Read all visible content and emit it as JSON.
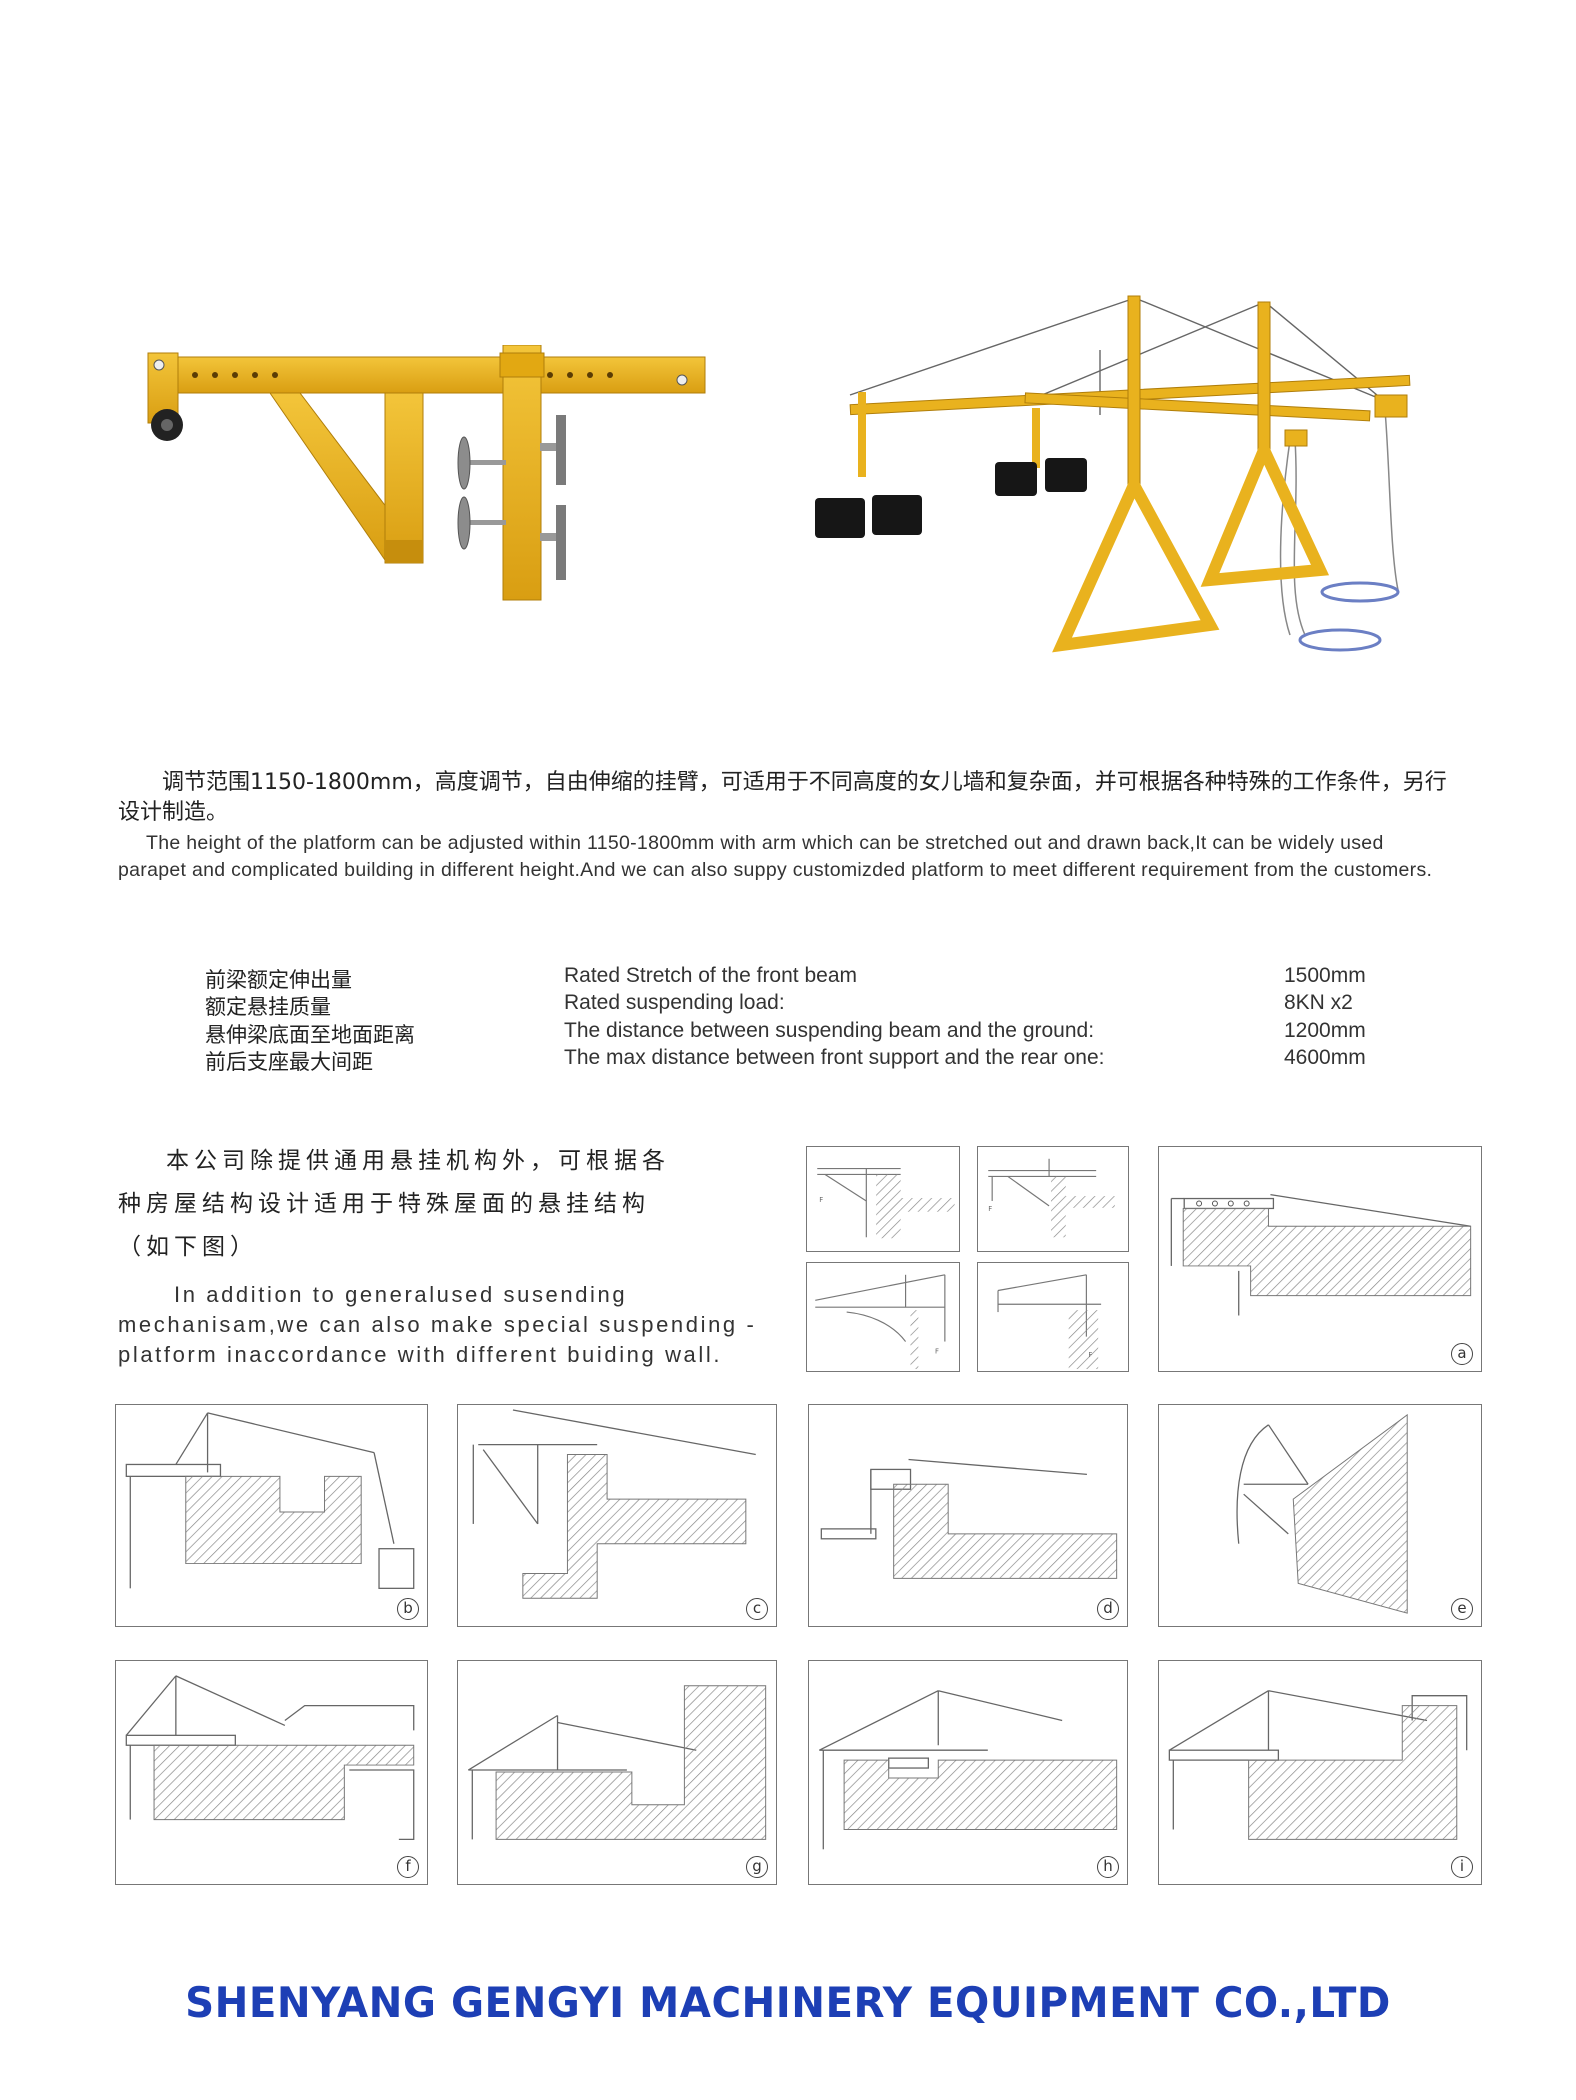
{
  "intro": {
    "cn": "调节范围1150-1800mm，高度调节，自由伸缩的挂臂，可适用于不同高度的女儿墙和复杂面，并可根据各种特殊的工作条件，另行设计制造。",
    "en": "The height of the platform can be adjusted within 1150-1800mm with arm which can be stretched out and drawn back,It can be widely used parapet and complicated building in different height.And we can also suppy customizded platform to meet different requirement from the customers."
  },
  "specs": [
    {
      "cn": "前梁额定伸出量",
      "en": "Rated Stretch of the front beam",
      "value": "1500mm"
    },
    {
      "cn": "额定悬挂质量",
      "en": "Rated suspending load:",
      "value": "8KN x2"
    },
    {
      "cn": "悬伸梁底面至地面距离",
      "en": "The distance between suspending beam and the ground:",
      "value": "1200mm"
    },
    {
      "cn": "前后支座最大间距",
      "en": "The max distance between front support and the rear one:",
      "value": "4600mm"
    }
  ],
  "special": {
    "cn": "本公司除提供通用悬挂机构外，可根据各种房屋结构设计适用于特殊屋面的悬挂结构（如下图）",
    "en": "In addition to generalused susending mechanisam,we can also make special suspending -platform inaccordance with different buiding wall."
  },
  "diagram_labels": [
    "a",
    "b",
    "c",
    "d",
    "e",
    "f",
    "g",
    "h",
    "i"
  ],
  "small_diagram_marks": [
    "F",
    "F",
    "F",
    "F"
  ],
  "company": "SHENYANG GENGYI MACHINERY EQUIPMENT CO.,LTD",
  "colors": {
    "beam_yellow": "#e9b21e",
    "company_blue": "#1d3fb5",
    "hatch": "#777777"
  }
}
